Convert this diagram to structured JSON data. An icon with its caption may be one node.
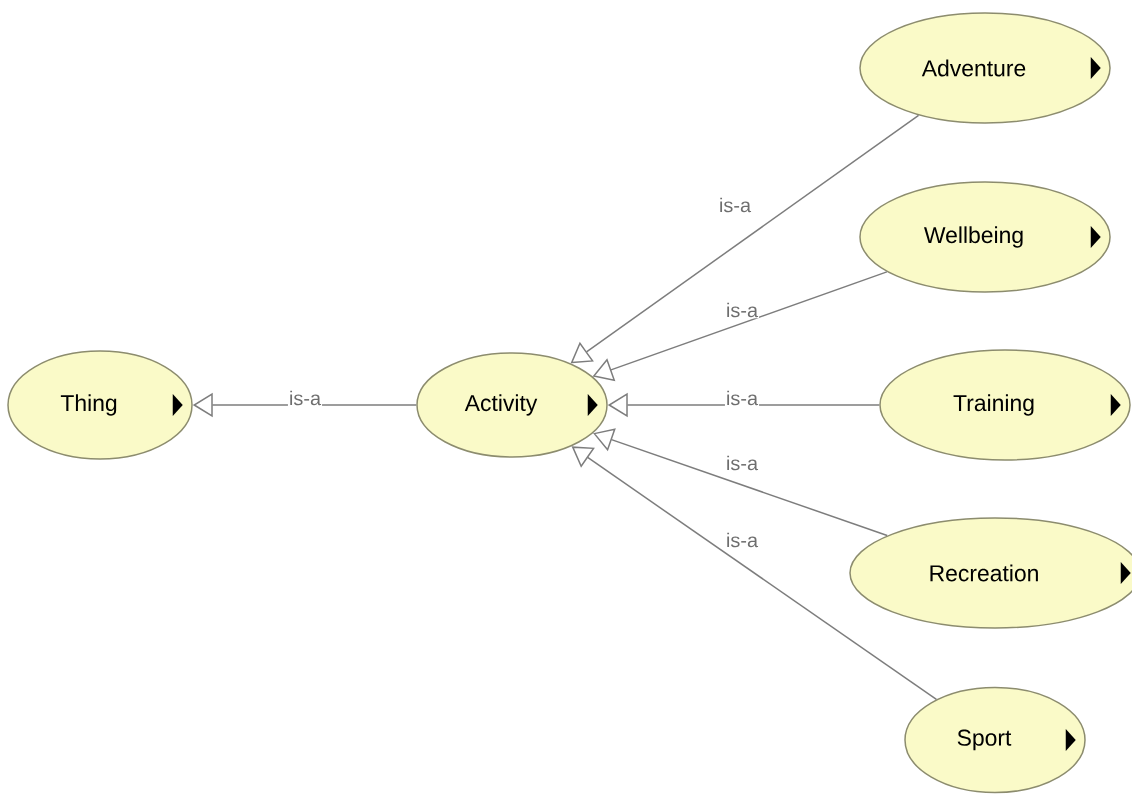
{
  "diagram": {
    "nodes": [
      {
        "text": [
          "Thing"
        ]
      },
      {
        "text": [
          "Activity"
        ]
      },
      {
        "text": [
          "Adventure"
        ]
      },
      {
        "text": [
          "Wellbeing"
        ]
      },
      {
        "text": [
          "Training"
        ]
      },
      {
        "text": [
          "Recreation"
        ]
      },
      {
        "text": [
          "Sport"
        ]
      }
    ],
    "edges": [
      {
        "from": 1,
        "to": 0,
        "arrow": "to",
        "label": "is-a"
      },
      {
        "from": 2,
        "to": 1,
        "arrow": "to",
        "label": "is-a"
      },
      {
        "from": 3,
        "to": 1,
        "arrow": "to",
        "label": "is-a"
      },
      {
        "from": 4,
        "to": 1,
        "arrow": "to",
        "label": "is-a"
      },
      {
        "from": 5,
        "to": 1,
        "arrow": "to",
        "label": "is-a"
      },
      {
        "from": 6,
        "to": 1,
        "arrow": "to",
        "label": "is-a"
      }
    ]
  }
}
